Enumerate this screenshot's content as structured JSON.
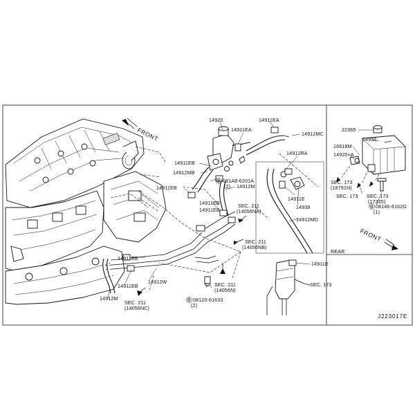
{
  "diagram_code": "J223017E",
  "front_main": "FRONT",
  "front_inset": "FRONT",
  "rear_inset": "REAR",
  "labels": {
    "p14920": "14920",
    "p14911EA_top_right": "14911EA",
    "p14911EA_mid": "14911EA",
    "p14912MC": "14912MC",
    "p14911EB_a": "14911EB",
    "p14912MB": "14912MB",
    "p14911EB_b": "14911EB",
    "bolt_081A8": "081A8-6201A",
    "bolt_081A8_qty": "(2)",
    "p14912M_upper": "14912M",
    "p14911EB_c": "14911EB",
    "p14911EB_d": "14911EB",
    "sec211_na": "SEC. 211",
    "sec211_na_ref": "(14056NA)",
    "p14912RA": "14912RA",
    "p14911E_a": "14911E",
    "p14939": "14939",
    "p14912MD": "14912MD",
    "sec211_nb": "SEC. 211",
    "sec211_nb_ref": "(14056NB)",
    "p14911EB_e": "14911EB",
    "p14911EB_f": "14911EB",
    "p14912W": "14912W",
    "p14912M_lower": "14912M",
    "sec211_nc": "SEC. 211",
    "sec211_nc_ref": "(14056NC)",
    "sec211_n": "SEC. 211",
    "sec211_n_ref": "(14056N)",
    "bolt_08120": "08120-61633",
    "bolt_08120_qty": "(2)",
    "p14911E_b": "14911E",
    "sec173_main": "SEC. 173",
    "p22365": "22365",
    "p14950": "14950",
    "p16618M": "16618M",
    "p14920A": "14920+A",
    "sec173_18791N": "SEC. 173",
    "sec173_18791N_ref": "(18791N)",
    "sec173_inset": "SEC. 173",
    "sec173_17335": "SEC. 173",
    "sec173_17335_ref": "(17335)",
    "bolt_08146": "08146-8162G",
    "bolt_08146_qty": "(1)",
    "bolt_mark": "B"
  }
}
